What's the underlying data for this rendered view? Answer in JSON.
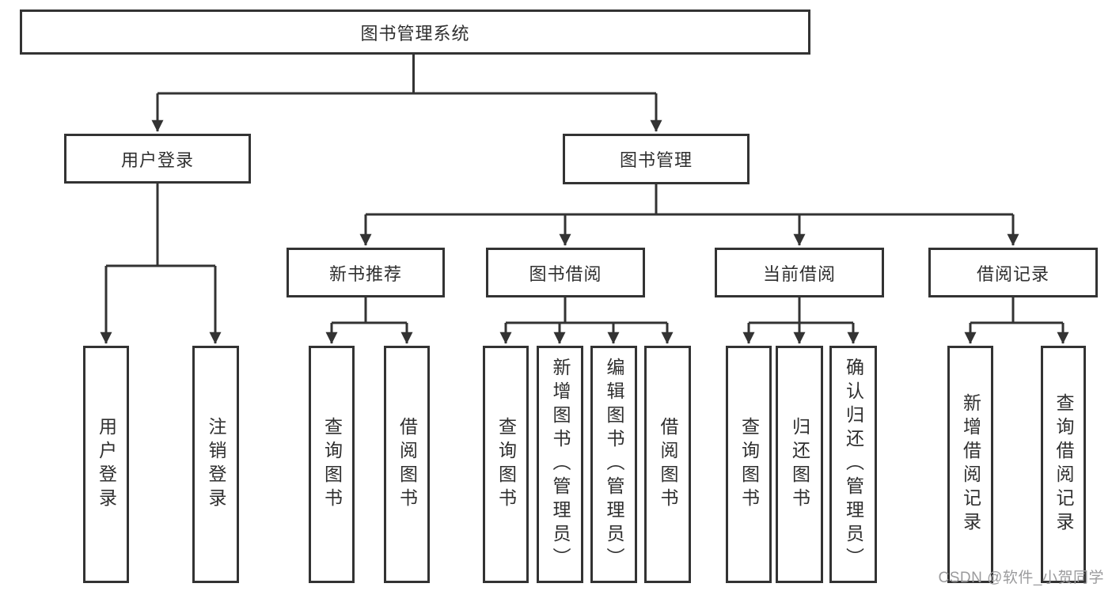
{
  "diagram": {
    "root_label": "图书管理系统",
    "user_login": {
      "label": "用户登录",
      "children": [
        "用户登录",
        "注销登录"
      ]
    },
    "book_management": {
      "label": "图书管理",
      "new_book_recommend": {
        "label": "新书推荐",
        "children": [
          "查询图书",
          "借阅图书"
        ]
      },
      "book_borrow": {
        "label": "图书借阅",
        "children": [
          "查询图书",
          "新增图书（管理员）",
          "编辑图书（管理员）",
          "借阅图书"
        ]
      },
      "current_borrow": {
        "label": "当前借阅",
        "children": [
          "查询图书",
          "归还图书",
          "确认归还（管理员）"
        ]
      },
      "borrow_records": {
        "label": "借阅记录",
        "children": [
          "新增借阅记录",
          "查询借阅记录"
        ]
      }
    },
    "watermark": "CSDN @软件_小贺同学",
    "colors": {
      "line": "#333333",
      "text": "#2f2f2f",
      "watermark": "#9b9b9d",
      "background": "#ffffff"
    }
  }
}
